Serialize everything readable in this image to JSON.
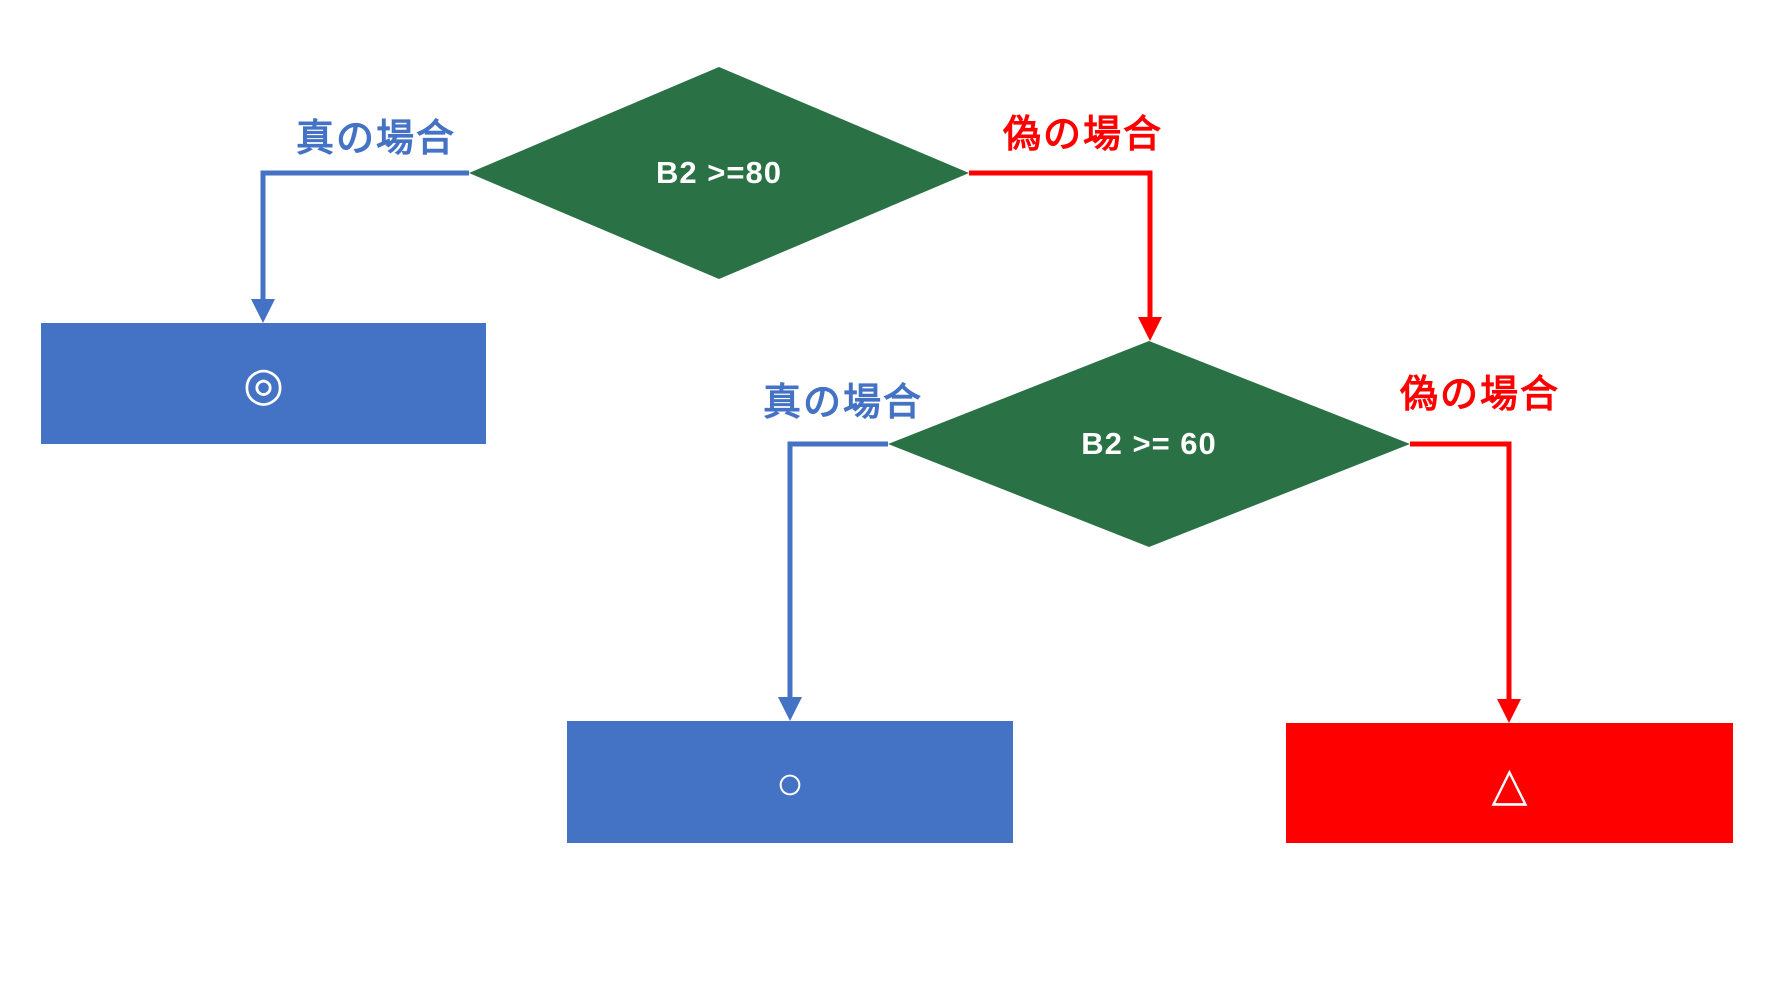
{
  "flowchart": {
    "colors": {
      "decision_fill_green": "#2A7145",
      "true_branch_blue": "#4472C4",
      "false_branch_red": "#FF0000",
      "node_text_white": "#FFFFFF"
    },
    "decision1": {
      "condition": "B2 >=80",
      "true_label": "真の場合",
      "false_label": "偽の場合"
    },
    "decision2": {
      "condition": "B2 >= 60",
      "true_label": "真の場合",
      "false_label": "偽の場合"
    },
    "results": {
      "excellent": {
        "symbol": "◎"
      },
      "good": {
        "symbol": "○"
      },
      "fair": {
        "symbol": "△"
      }
    }
  }
}
